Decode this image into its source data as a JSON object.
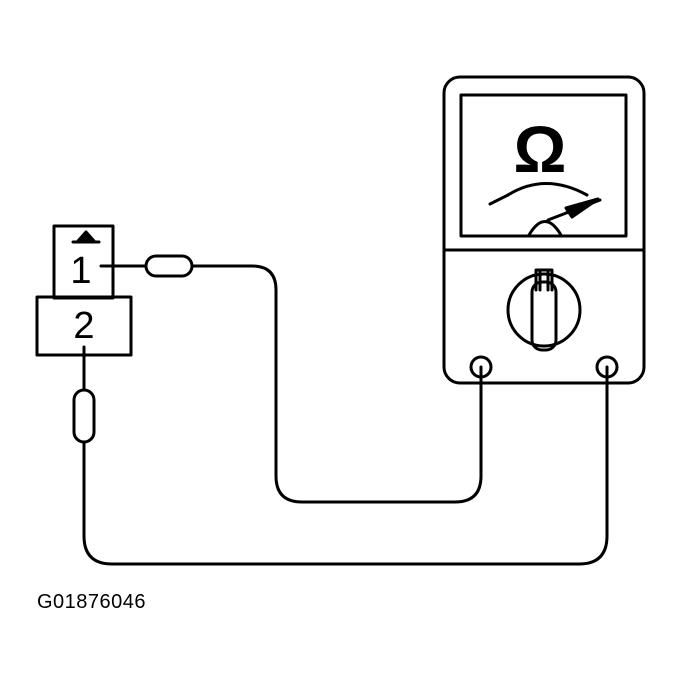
{
  "diagram": {
    "symbol": "Ω",
    "component": {
      "terminal_1": "1",
      "terminal_2": "2"
    },
    "figure_id": "G01876046",
    "colors": {
      "line": "#000000",
      "background": "#ffffff"
    },
    "icons": {
      "meter": "ohmmeter-icon",
      "dial": "selector-knob-icon",
      "needle": "meter-needle-icon"
    }
  }
}
